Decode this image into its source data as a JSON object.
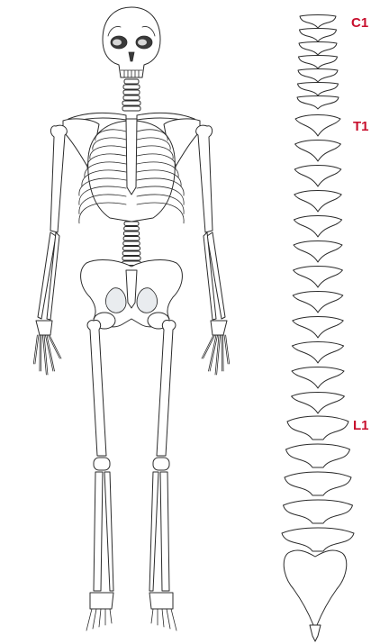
{
  "labels": {
    "c1": "C1",
    "t1": "T1",
    "l1": "L1"
  },
  "colors": {
    "label": "#c8102e",
    "outline": "#2b2b2b",
    "fill": "#ffffff"
  },
  "spine_groups": [
    {
      "name": "cervical",
      "count": 7
    },
    {
      "name": "thoracic",
      "count": 12
    },
    {
      "name": "lumbar",
      "count": 5
    }
  ]
}
